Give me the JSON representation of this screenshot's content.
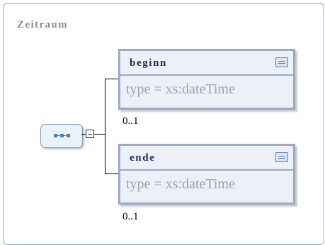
{
  "group": {
    "title": "Zeitraum"
  },
  "elements": [
    {
      "name": "beginn",
      "type": "type = xs:dateTime",
      "cardinality": "0..1",
      "icon": "documentation-icon"
    },
    {
      "name": "ende",
      "type": "type = xs:dateTime",
      "cardinality": "0..1",
      "icon": "documentation-icon"
    }
  ],
  "compositor": {
    "kind": "sequence",
    "icon": "sequence-icon"
  },
  "colors": {
    "element_border": "#9aa9c4",
    "element_name": "#1c2b6b",
    "element_fill": "#edf1f7"
  }
}
